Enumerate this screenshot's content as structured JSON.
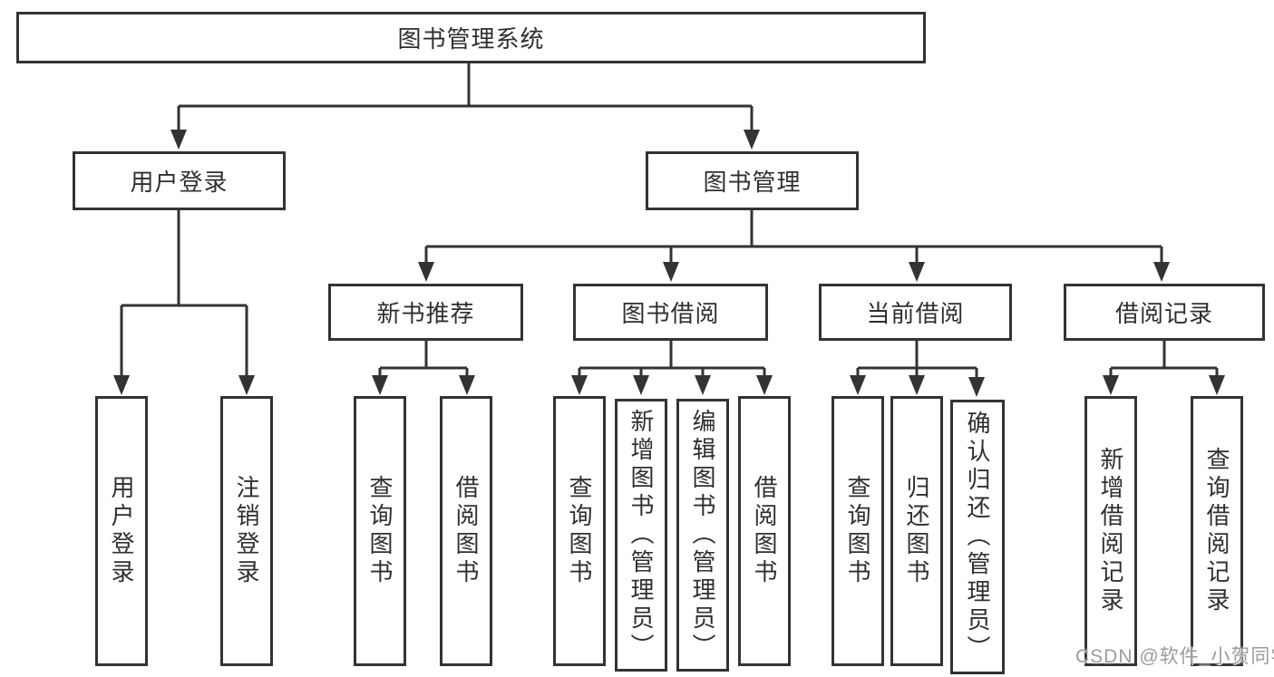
{
  "diagram": {
    "root": {
      "label": "图书管理系统"
    },
    "branches": [
      {
        "label": "用户登录",
        "children": [
          {
            "label": "用户登录"
          },
          {
            "label": "注销登录"
          }
        ]
      },
      {
        "label": "图书管理",
        "children": [
          {
            "label": "新书推荐",
            "children": [
              {
                "label": "查询图书"
              },
              {
                "label": "借阅图书"
              }
            ]
          },
          {
            "label": "图书借阅",
            "children": [
              {
                "label": "查询图书"
              },
              {
                "label": "新增图书（管理员）"
              },
              {
                "label": "编辑图书（管理员）"
              },
              {
                "label": "借阅图书"
              }
            ]
          },
          {
            "label": "当前借阅",
            "children": [
              {
                "label": "查询图书"
              },
              {
                "label": "归还图书"
              },
              {
                "label": "确认归还（管理员）"
              }
            ]
          },
          {
            "label": "借阅记录",
            "children": [
              {
                "label": "新增借阅记录"
              },
              {
                "label": "查询借阅记录"
              }
            ]
          }
        ]
      }
    ],
    "watermark": "CSDN @软件_小贺同学",
    "colors": {
      "line": "#333333",
      "box_border": "#333333",
      "box_fill": "#ffffff",
      "text": "#2f2f2f",
      "watermark": "#9b9b9b"
    }
  }
}
